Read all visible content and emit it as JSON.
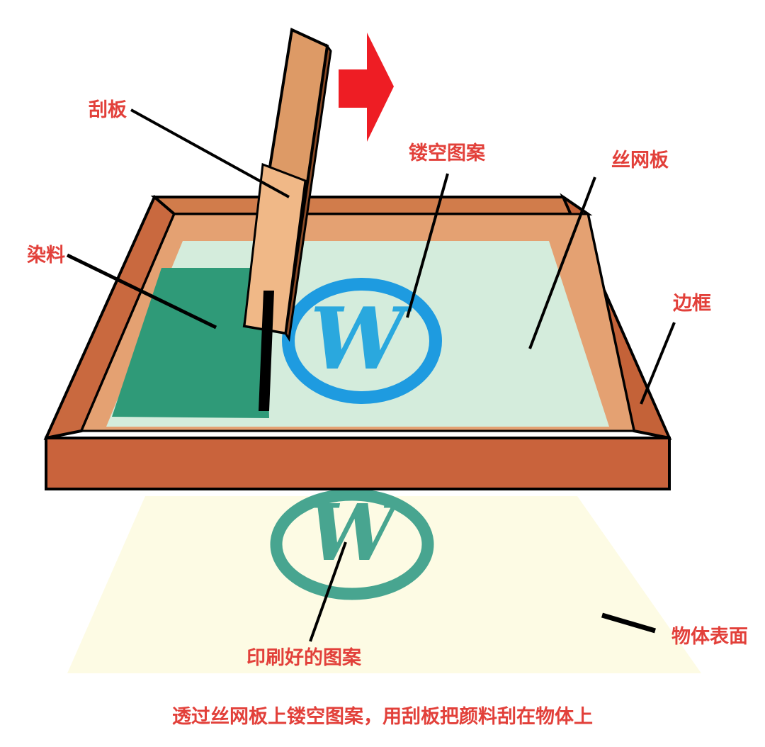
{
  "labels": {
    "squeegee": "刮板",
    "ink": "染料",
    "stencil_pattern": "镂空图案",
    "screen_plate": "丝网板",
    "frame": "边框",
    "printed_pattern": "印刷好的图案",
    "object_surface": "物体表面"
  },
  "caption": "透过丝网板上镂空图案，用刮板把颜料刮在物体上",
  "pattern_letter": "W",
  "colors": {
    "label_text": "#e2403a",
    "arrow": "#ee1d24",
    "frame_outer": "#c9633c",
    "frame_inner": "#d9895a",
    "mesh": "#d4ecdc",
    "ink": "#2f9a78",
    "stencil": "#1e9be0",
    "printed": "#48a590",
    "surface": "#fdfbe4",
    "squeegee": "#dd9a66"
  }
}
